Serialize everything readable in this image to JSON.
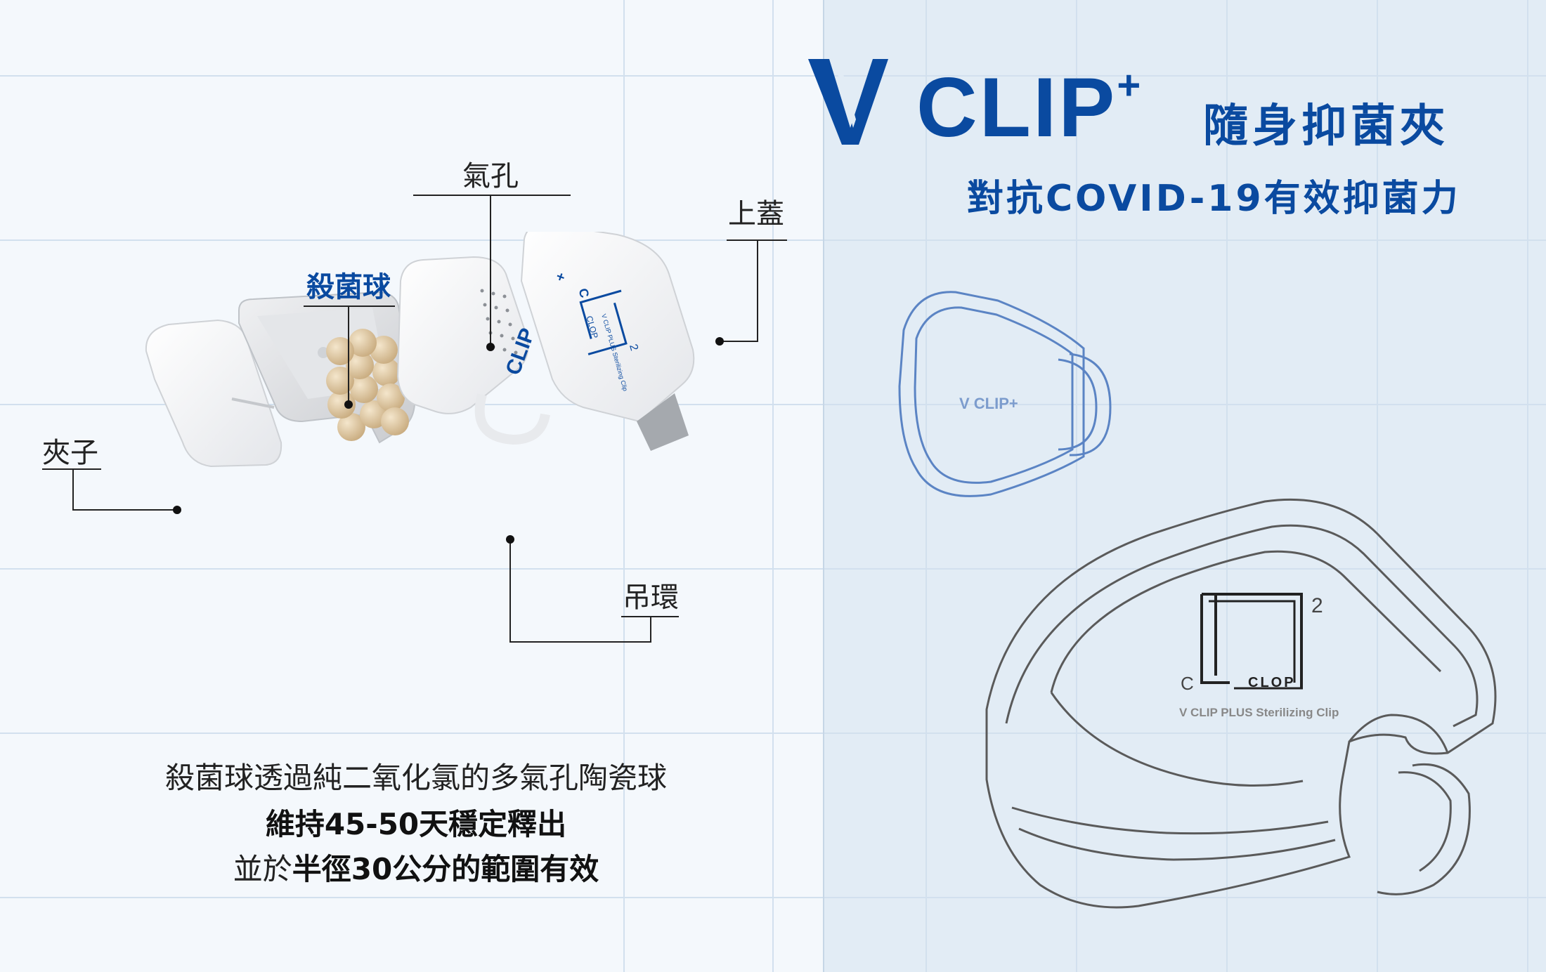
{
  "brand": {
    "name": "CLIP",
    "superscript": "+",
    "product_cn": "隨身抑菌夾",
    "tagline": "對抗COVID-19有效抑菌力",
    "color": "#0a4aa0"
  },
  "callouts": {
    "air_hole": "氣孔",
    "top_cover": "上蓋",
    "sterilizing_ball": "殺菌球",
    "clip": "夾子",
    "hanging_ring": "吊環"
  },
  "product_print": {
    "clip_logo": "CLIP",
    "clip_logo_plus": "+",
    "clop_logo": "CLOP",
    "clop_c": "C",
    "clop_sup": "2",
    "cover_text": "V CLIP PLUS Sterilizing Clip"
  },
  "outline_logo": "V CLIP+",
  "drawing": {
    "clop_logo": "CLOP",
    "clop_c": "C",
    "clop_sup": "2",
    "subtitle": "V CLIP PLUS Sterilizing Clip"
  },
  "description": {
    "line1": "殺菌球透過純二氧化氯的多氣孔陶瓷球",
    "line2": "維持45-50天穩定釋出",
    "line3_prefix": "並於",
    "line3_bold": "半徑30公分的範圍有效"
  },
  "colors": {
    "left_bg": "#f4f8fc",
    "right_bg": "#e2ecf5",
    "grid": "#d2e0ee",
    "outline_blue": "#5b84c4",
    "outline_gray": "#5a5a5a"
  }
}
